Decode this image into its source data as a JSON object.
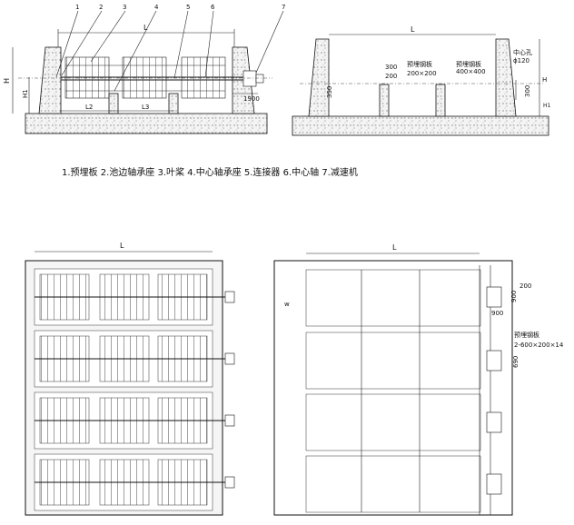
{
  "legend": "1.预埋板  2.池边轴承座  3.叶桨  4.中心轴承座  5.连接器  6.中心轴  7.减速机",
  "callouts": [
    "1",
    "2",
    "3",
    "4",
    "5",
    "6",
    "7"
  ],
  "labels": {
    "L": "L",
    "H": "H",
    "H1": "H1",
    "L2": "L2",
    "L3": "L3",
    "dim_1900": "1900",
    "dim_300": "300",
    "dim_200": "200",
    "dim_350": "350",
    "dim_300_b": "300",
    "embedded_plate_1": "预埋钢板",
    "embedded_plate_1_size": "200×200",
    "embedded_plate_2": "预埋钢板",
    "embedded_plate_2_size": "400×400",
    "center_hole": "中心孔",
    "center_hole_dia": "ϕ120",
    "plan_dim_200": "200",
    "plan_dim_900a": "900",
    "plan_dim_900b": "900",
    "plan_dim_690": "690",
    "plan_w": "w",
    "embedded_plate_3": "预埋钢板",
    "embedded_plate_3_size": "2-600×200×14"
  }
}
